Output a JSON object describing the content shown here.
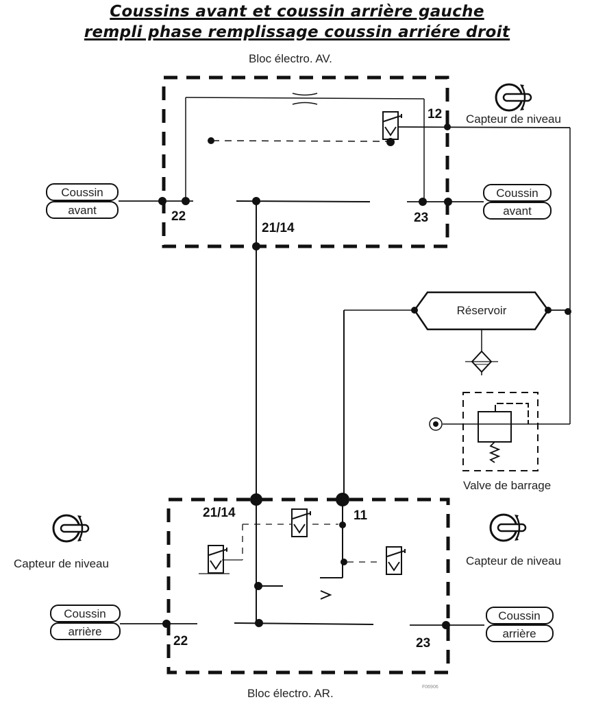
{
  "title": {
    "line1": "Coussins avant et coussin arrière gauche",
    "line2": "rempli phase remplissage coussin arriére droit"
  },
  "front_block": {
    "label": "Bloc électro. AV.",
    "ports": {
      "p22": "22",
      "p21_14": "21/14",
      "p23": "23",
      "p12": "12"
    }
  },
  "rear_block": {
    "label": "Bloc électro. AR.",
    "ports": {
      "p22": "22",
      "p21_14": "21/14",
      "p23": "23",
      "p11": "11"
    }
  },
  "cushions": {
    "front_left": {
      "line1": "Coussin",
      "line2": "avant"
    },
    "front_right": {
      "line1": "Coussin",
      "line2": "avant"
    },
    "rear_left": {
      "line1": "Coussin",
      "line2": "arrière"
    },
    "rear_right": {
      "line1": "Coussin",
      "line2": "arrière"
    }
  },
  "sensors": {
    "front": "Capteur de niveau",
    "rear_left": "Capteur de niveau",
    "rear_right": "Capteur de niveau"
  },
  "reservoir": {
    "label": "Réservoir"
  },
  "valve": {
    "label": "Valve de barrage"
  },
  "reference": "F06906",
  "icons": {
    "sensor": "level-sensor-icon",
    "solenoid": "solenoid-valve-icon",
    "filter": "filter-icon",
    "restrictor": "restrictor-icon",
    "check_valve": "check-valve-icon",
    "pressure_valve": "pressure-valve-icon"
  }
}
